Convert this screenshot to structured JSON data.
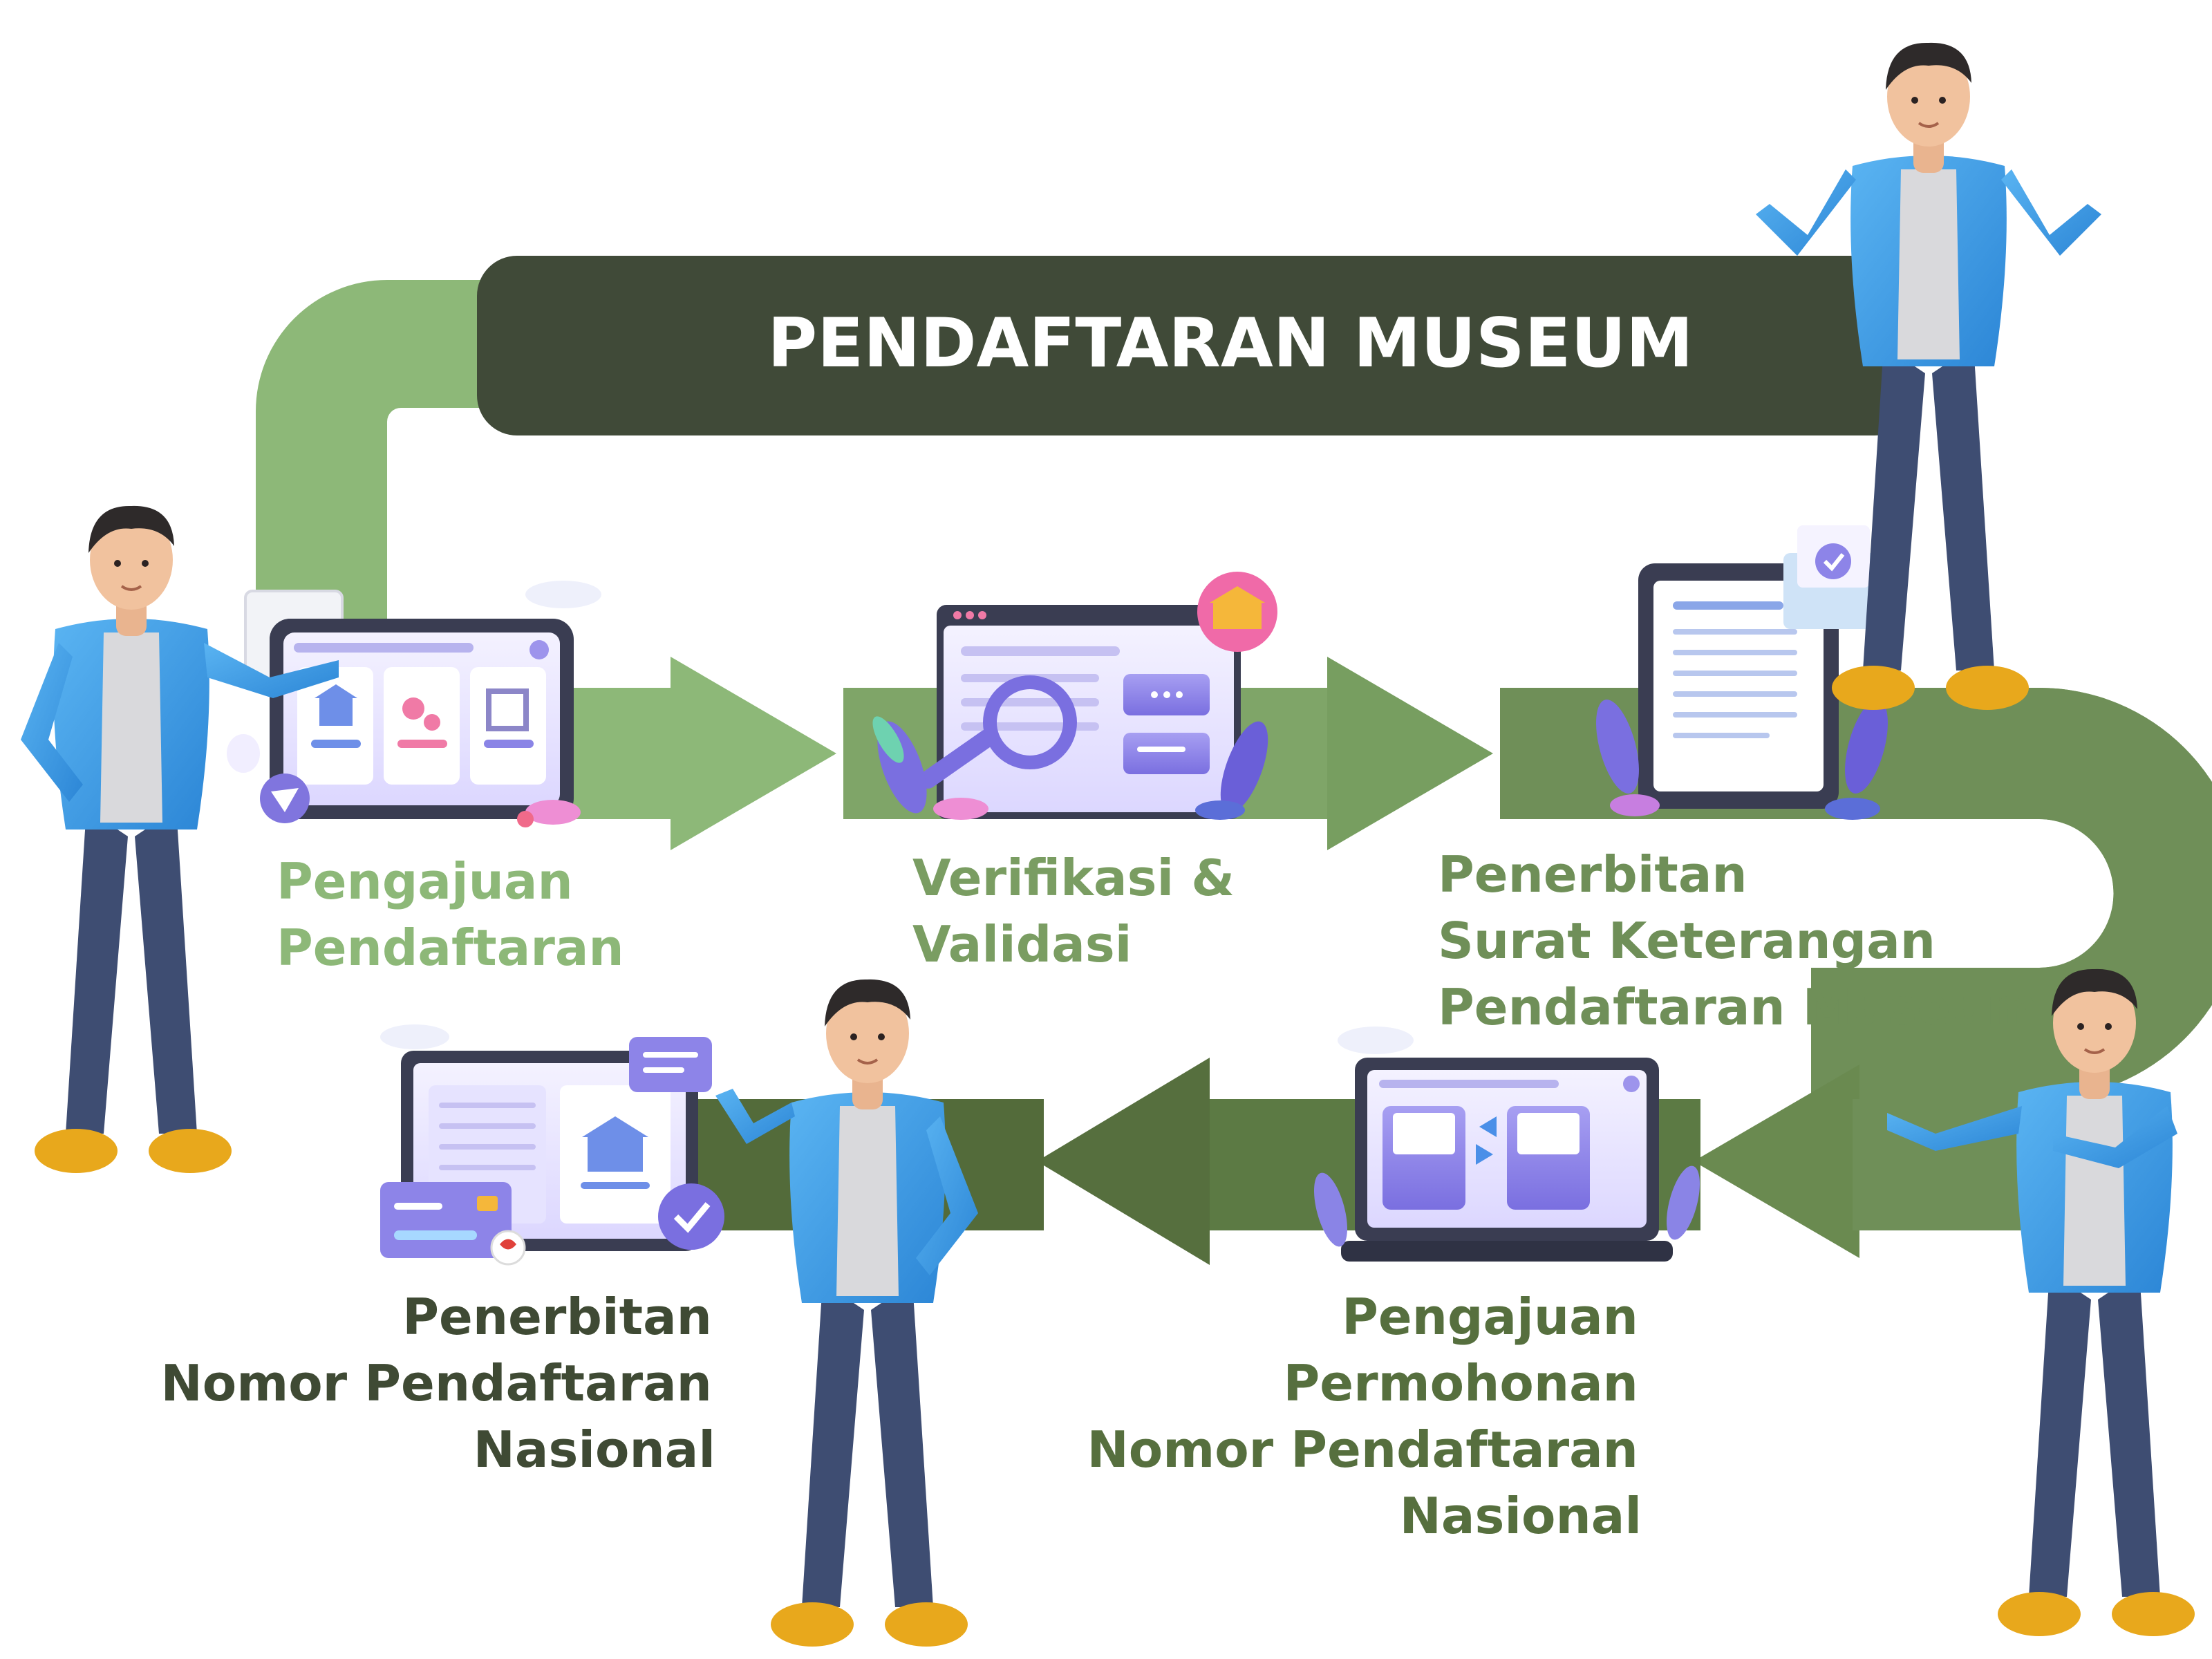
{
  "title": "PENDAFTARAN MUSEUM",
  "steps": [
    {
      "lines": [
        "Pengajuan",
        "Pendaftaran"
      ]
    },
    {
      "lines": [
        "Verifikasi &",
        "Validasi"
      ]
    },
    {
      "lines": [
        "Penerbitan",
        "Surat Keterangan",
        "Pendaftaran Museum"
      ]
    },
    {
      "lines": [
        "Pengajuan",
        "Permohonan",
        "Nomor Pendaftaran",
        "Nasional"
      ]
    },
    {
      "lines": [
        "Penerbitan",
        "Nomor Pendaftaran",
        "Nasional"
      ]
    }
  ],
  "colors": {
    "title_bar": "#404a38",
    "light_green": "#8db878",
    "mid_green": "#6f8f58",
    "dark_green": "#536b3a",
    "step_light": "#8db878",
    "step_mid": "#6f8f58",
    "step_dark": "#3f4a34",
    "device_purple": "#8d84e8",
    "shirt_blue": "#3d9ce6",
    "pants_navy": "#3e4d72",
    "shoe_yellow": "#e8a81c"
  }
}
